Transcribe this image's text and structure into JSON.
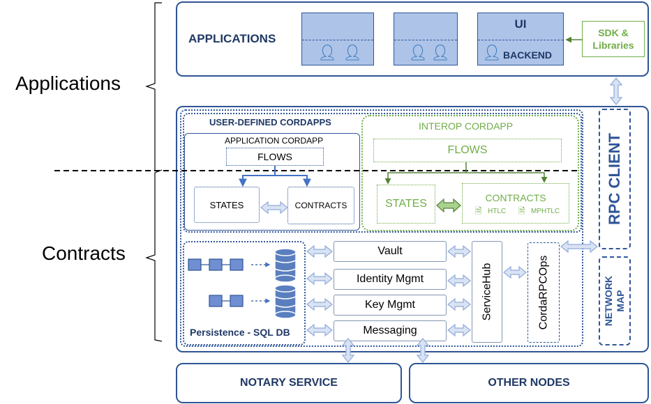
{
  "side_labels": {
    "applications": "Applications",
    "contracts": "Contracts"
  },
  "applications": {
    "title": "APPLICATIONS",
    "ui_label": "UI",
    "backend_label": "BACKEND",
    "sdk_line1": "SDK &",
    "sdk_line2": "Libraries"
  },
  "user_defined": {
    "title": "USER-DEFINED CORDAPPS",
    "app_cordapp": "APPLICATION CORDAPP",
    "flows": "FLOWS",
    "states": "STATES",
    "contracts": "CONTRACTS"
  },
  "interop": {
    "title": "INTEROP CORDAPP",
    "flows": "FLOWS",
    "states": "STATES",
    "contracts": "CONTRACTS",
    "htlc": "HTLC",
    "mphtlc": "MPHTLC"
  },
  "persistence": {
    "label": "Persistence - SQL DB"
  },
  "services": {
    "vault": "Vault",
    "identity": "Identity Mgmt",
    "key": "Key Mgmt",
    "messaging": "Messaging"
  },
  "service_hub": "ServiceHub",
  "corda_rpc_ops": "CordaRPCOps",
  "rpc_client": "RPC CLIENT",
  "network_map_line1": "NETWORK",
  "network_map_line2": "MAP",
  "notary": "NOTARY SERVICE",
  "other_nodes": "OTHER NODES",
  "colors": {
    "primary": "#2f5597",
    "green": "#70ad47",
    "app_fill": "#adc3e8",
    "arrow_fill": "#dae3f3"
  }
}
